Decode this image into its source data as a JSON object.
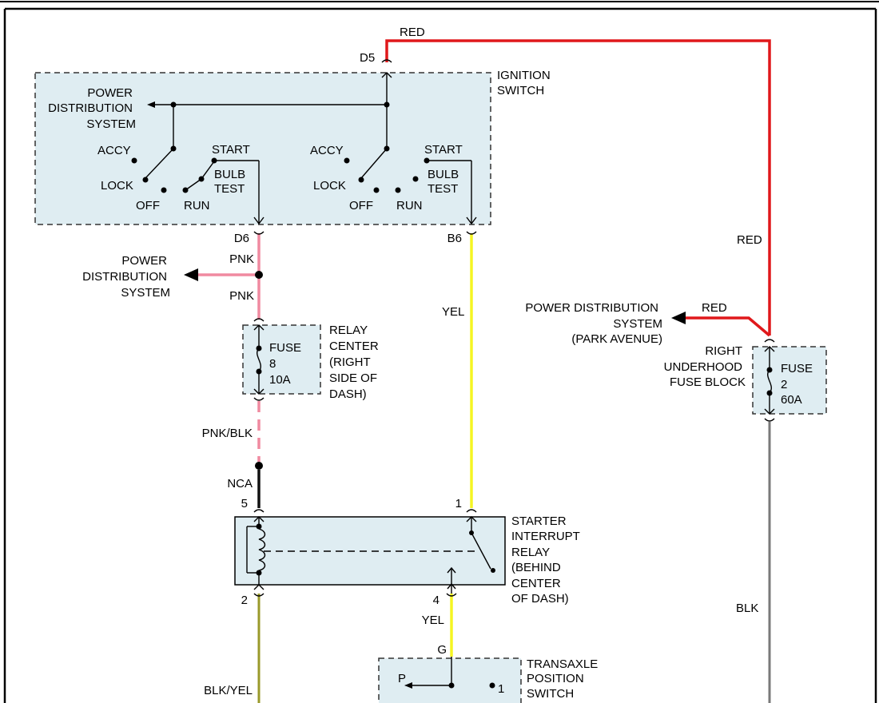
{
  "diagram_title": "",
  "colors": {
    "red": "#e0181b",
    "pink": "#f08aa0",
    "yellow": "#f5f523",
    "black": "#111111",
    "olive": "#9a9a2a",
    "gray": "#7a7a7a",
    "component_fill": "#dfedf2"
  },
  "ignition_switch": {
    "label_line1": "IGNITION",
    "label_line2": "SWITCH",
    "pin_top": "D5",
    "pin_left": "D6",
    "pin_right": "B6",
    "pds_line1": "POWER",
    "pds_line2": "DISTRIBUTION",
    "pds_line3": "SYSTEM",
    "left_deck": {
      "accy": "ACCY",
      "lock": "LOCK",
      "off": "OFF",
      "run": "RUN",
      "start": "START",
      "bulb": "BULB",
      "test": "TEST"
    },
    "right_deck": {
      "accy": "ACCY",
      "lock": "LOCK",
      "off": "OFF",
      "run": "RUN",
      "start": "START",
      "bulb": "BULB",
      "test": "TEST"
    }
  },
  "wires": {
    "red_top": "RED",
    "red_right": "RED",
    "red_park": "RED",
    "pnk_upper": "PNK",
    "pnk_lower": "PNK",
    "pnk_blk": "PNK/BLK",
    "nca": "NCA",
    "yel_main": "YEL",
    "yel_lower": "YEL",
    "blk": "BLK",
    "blk_yel": "BLK/YEL"
  },
  "left_pds": {
    "line1": "POWER",
    "line2": "DISTRIBUTION",
    "line3": "SYSTEM"
  },
  "park_pds": {
    "line1": "POWER DISTRIBUTION",
    "line2": "SYSTEM",
    "line3": "(PARK AVENUE)"
  },
  "relay_center_fuse": {
    "fuse_label": "FUSE",
    "fuse_number": "8",
    "fuse_rating": "10A",
    "location_lines": [
      "RELAY",
      "CENTER",
      "(RIGHT",
      "SIDE OF",
      "DASH)"
    ]
  },
  "underhood_fuse": {
    "fuse_label": "FUSE",
    "fuse_number": "2",
    "fuse_rating": "60A",
    "location_lines": [
      "RIGHT",
      "UNDERHOOD",
      "FUSE BLOCK"
    ]
  },
  "starter_relay": {
    "label_lines": [
      "STARTER",
      "INTERRUPT",
      "RELAY",
      "(BEHIND",
      "CENTER",
      "OF DASH)"
    ],
    "pin5": "5",
    "pin1": "1",
    "pin2": "2",
    "pin4": "4"
  },
  "transaxle_switch": {
    "label_lines": [
      "TRANSAXLE",
      "POSITION",
      "SWITCH"
    ],
    "pin_g": "G",
    "pos_p": "P",
    "pos_1": "1"
  }
}
